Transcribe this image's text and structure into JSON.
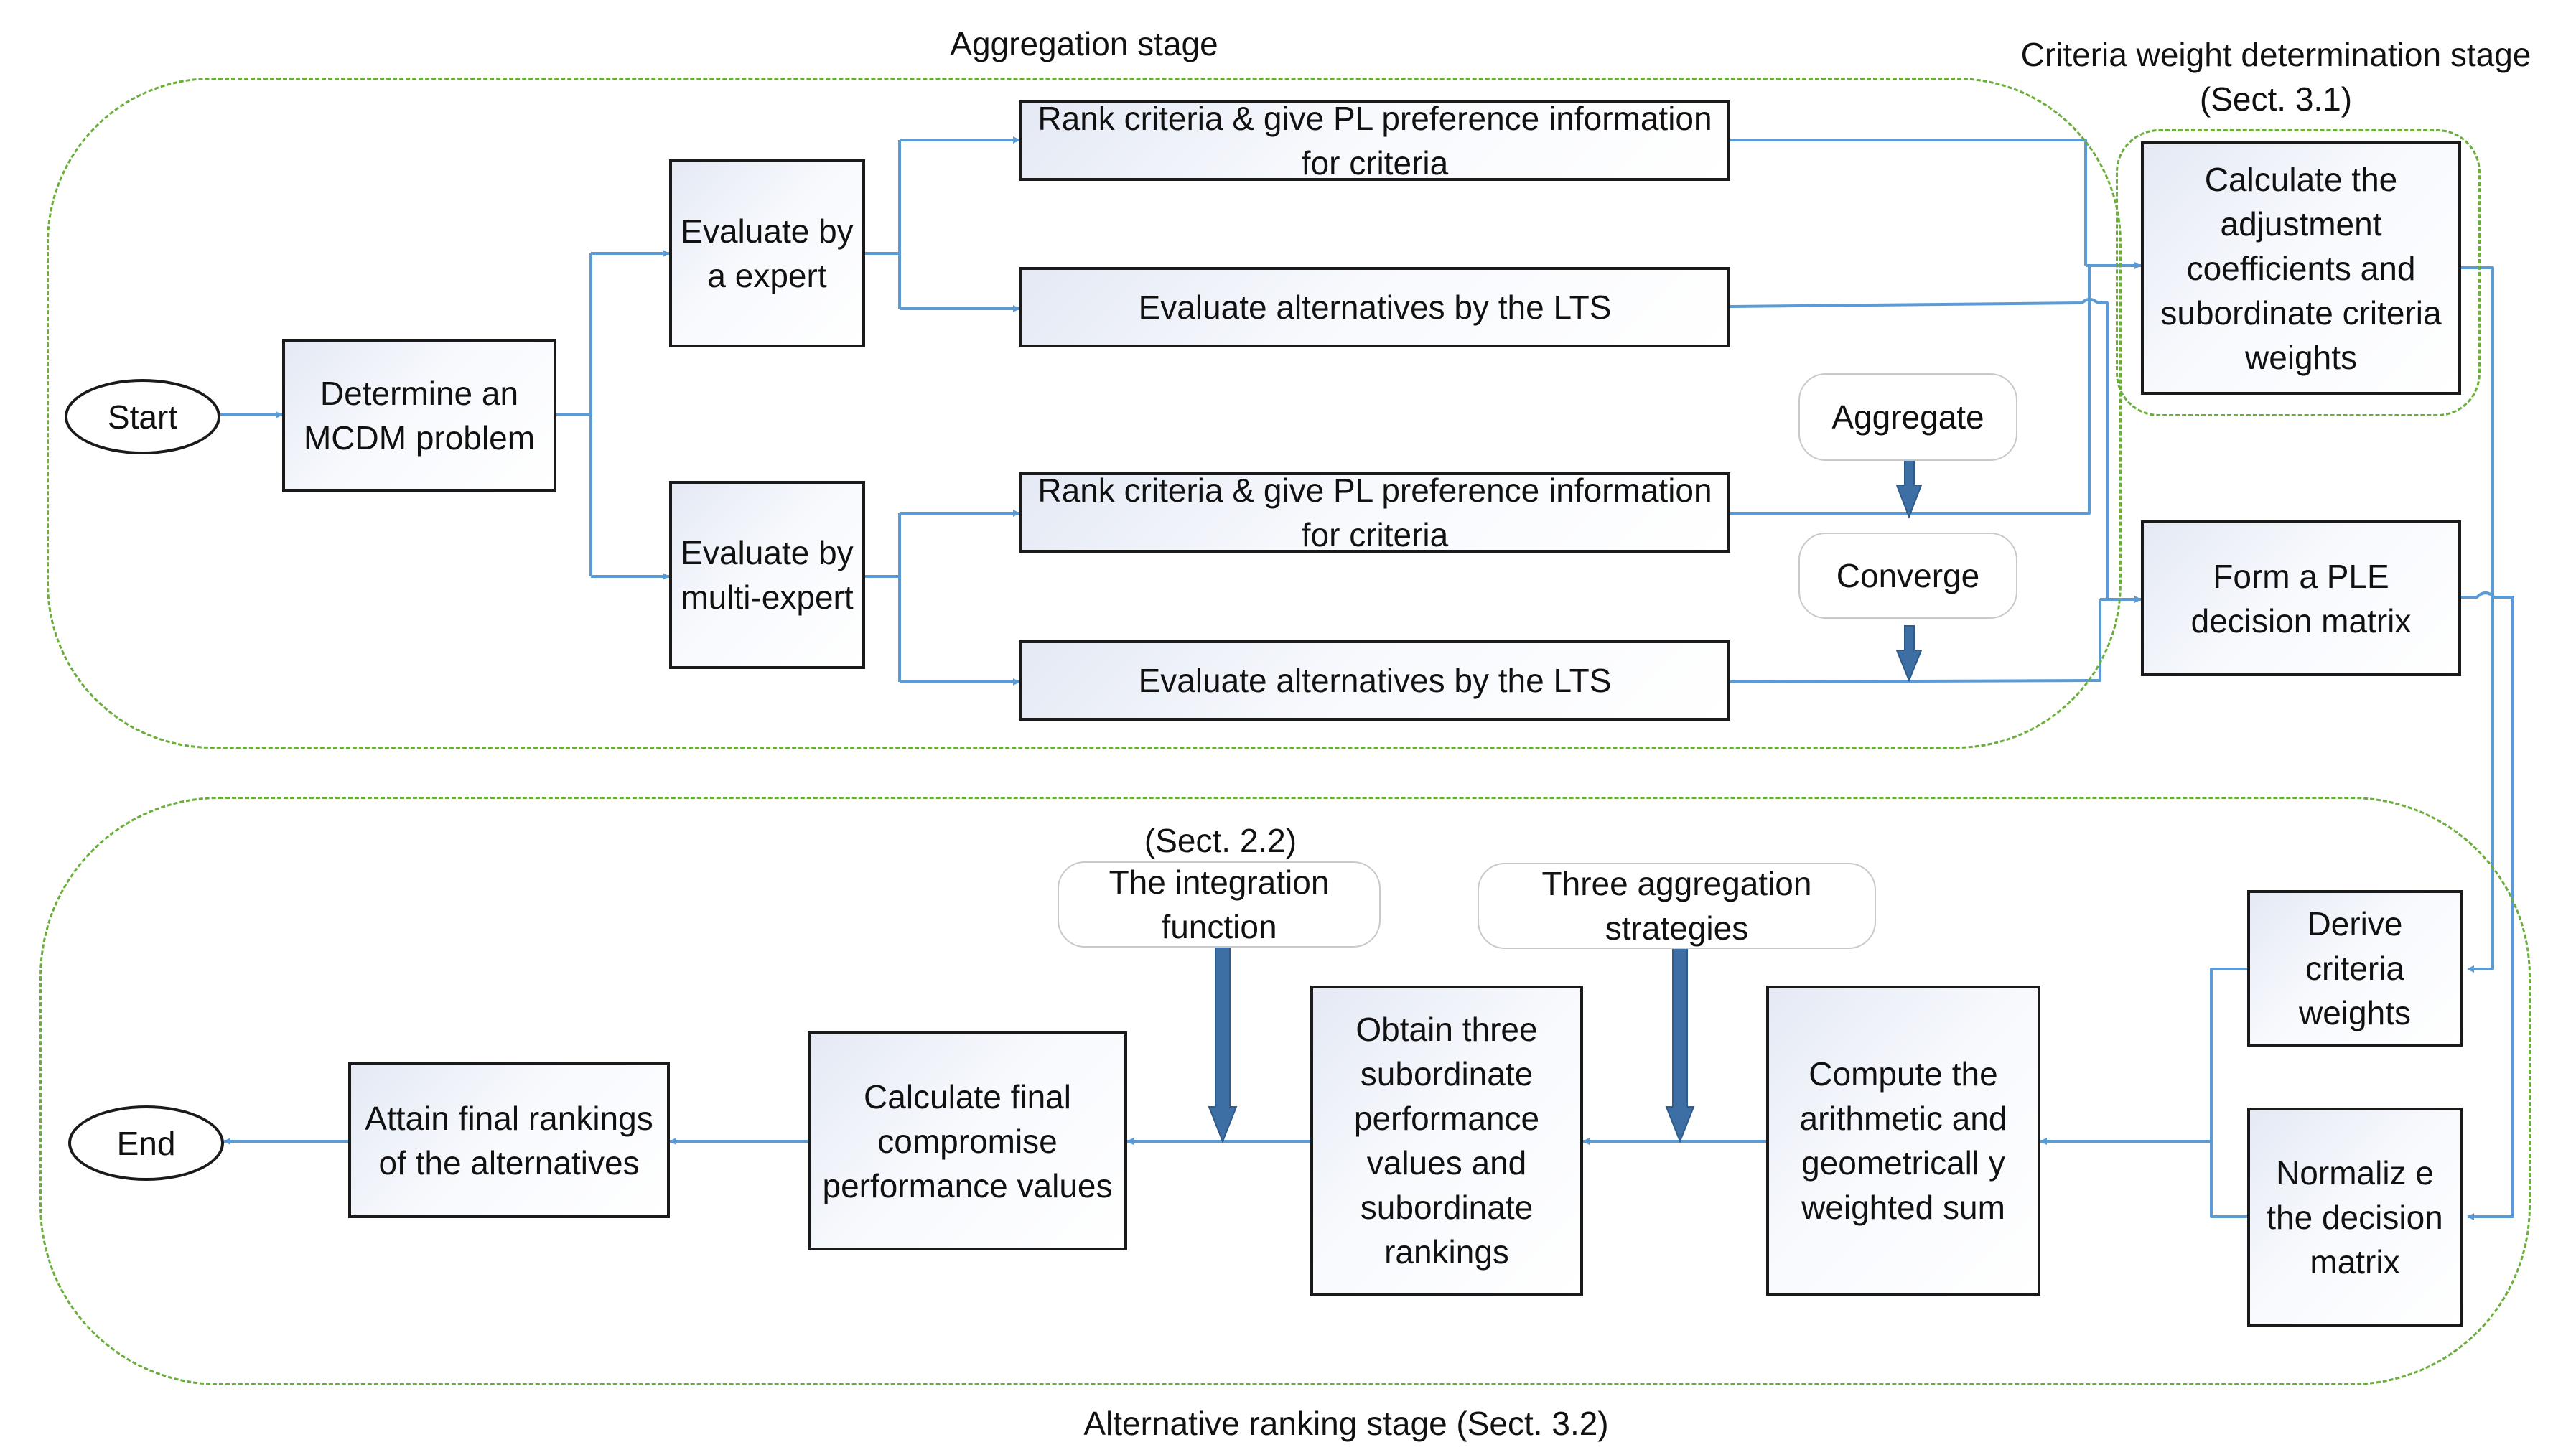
{
  "stages": {
    "aggregation": "Aggregation stage",
    "criteria_weight": "Criteria weight determination stage (Sect. 3.1)",
    "ranking": "Alternative ranking stage (Sect. 3.2)"
  },
  "nodes": {
    "start": "Start",
    "end": "End",
    "determine": "Determine an MCDM problem",
    "eval_expert": "Evaluate by a expert",
    "eval_multi": "Evaluate by multi-expert",
    "rank1": "Rank criteria & give PL preference information for criteria",
    "eval_lts1": "Evaluate alternatives by the LTS",
    "rank2": "Rank criteria & give PL preference information for criteria",
    "eval_lts2": "Evaluate alternatives by the LTS",
    "calc_adjust": "Calculate the adjustment coefficients and subordinate criteria weights",
    "form_ple": "Form a PLE decision matrix",
    "derive": "Derive criteria weights",
    "normalize": "Normaliz e the decision matrix",
    "compute": "Compute the arithmetic and geometricall y weighted sum",
    "obtain": "Obtain three subordinate performance values and subordinate rankings",
    "calc_final": "Calculate final compromise performance values",
    "attain": "Attain final rankings of the alternatives"
  },
  "notes": {
    "aggregate": "Aggregate",
    "converge": "Converge",
    "integration": "The integration function",
    "integration_ref": "(Sect. 2.2)",
    "three_strategies": "Three aggregation strategies"
  },
  "colors": {
    "arrow": "#5b9bd5",
    "stage_border": "#6aae3a",
    "box_border": "#1a1a1a",
    "box_fill_start": "#e4e9f4"
  }
}
